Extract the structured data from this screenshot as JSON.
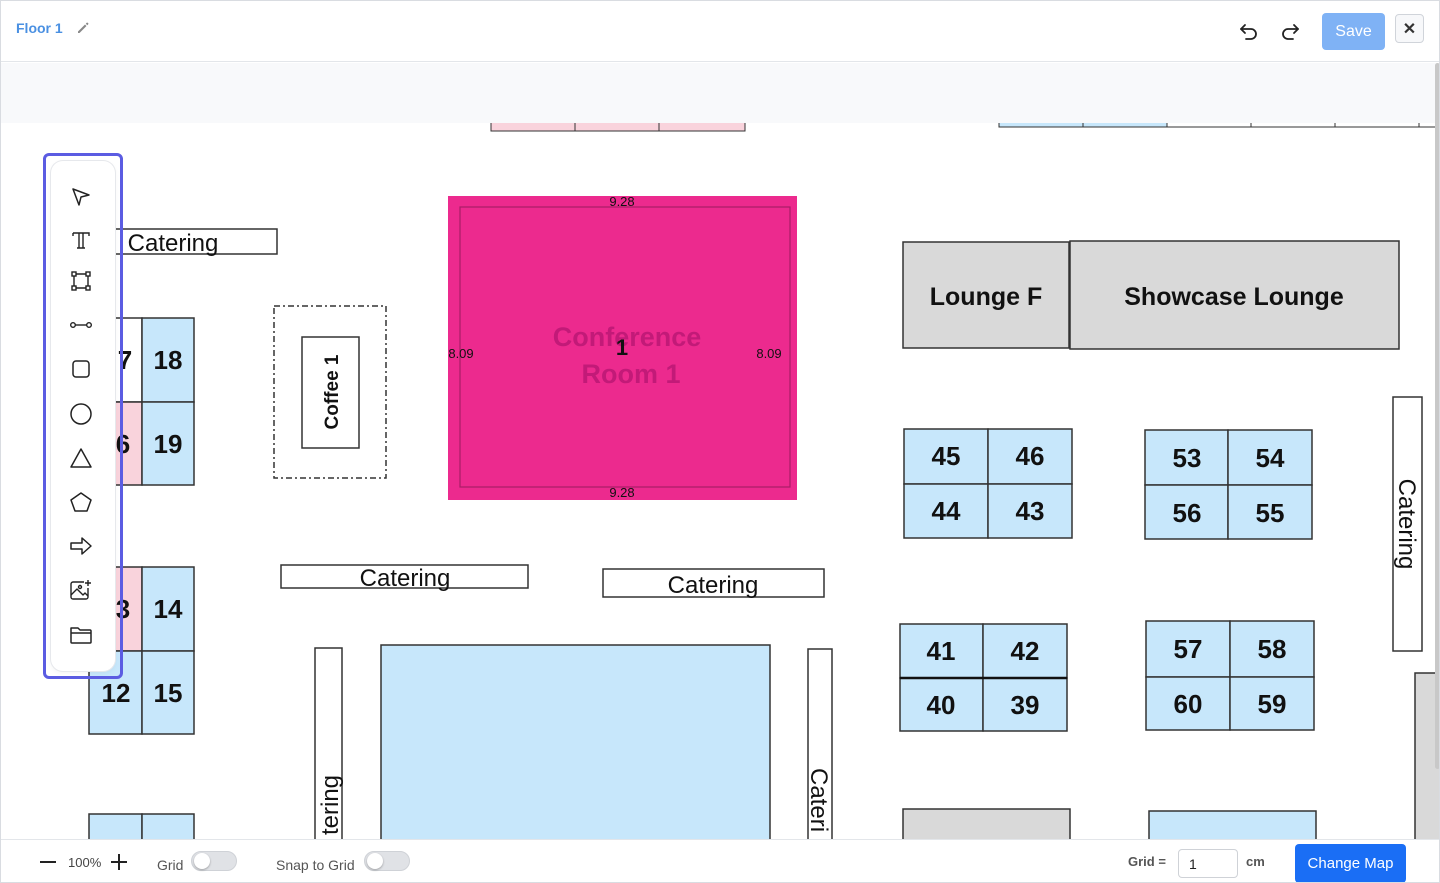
{
  "header": {
    "floor_title": "Floor 1",
    "save_label": "Save",
    "close_label": "✕"
  },
  "toolbar": {
    "tools": [
      "select",
      "text",
      "transform",
      "line",
      "rectangle",
      "circle",
      "triangle",
      "polygon",
      "arrow",
      "add-image",
      "folder"
    ]
  },
  "floorplan": {
    "selected_room": {
      "label_line1": "Conference",
      "label_line2": "Room 1",
      "id": "1",
      "width_top": "9.28",
      "width_bottom": "9.28",
      "height_left": "8.09",
      "height_right": "8.09"
    },
    "labels": {
      "catering": "Catering",
      "catering_v1": "Catering",
      "catering_v2": "tering",
      "catering_v3": "Cateri",
      "coffee": "Coffee 1",
      "lounge_f": "Lounge F",
      "showcase": "Showcase Lounge"
    },
    "booths": {
      "b7": "7",
      "b18": "18",
      "b6": "6",
      "b19": "19",
      "b3": "3",
      "b14": "14",
      "b12": "12",
      "b15": "15",
      "b45": "45",
      "b46": "46",
      "b44": "44",
      "b43": "43",
      "b53": "53",
      "b54": "54",
      "b56": "56",
      "b55": "55",
      "b41": "41",
      "b42": "42",
      "b40": "40",
      "b39": "39",
      "b57": "57",
      "b58": "58",
      "b60": "60",
      "b59": "59"
    },
    "colors": {
      "booth_blue": "#c7e7fb",
      "booth_pink": "#f9d3dc",
      "lounge_gray": "#d9d9d9",
      "selected_magenta": "#ec2a8e"
    }
  },
  "footer": {
    "zoom": "100%",
    "grid_label": "Grid",
    "grid_on": false,
    "snap_label": "Snap to Grid",
    "snap_on": false,
    "grid_size_label": "Grid =",
    "grid_size_value": "1",
    "unit": "cm",
    "change_map_label": "Change Map"
  }
}
